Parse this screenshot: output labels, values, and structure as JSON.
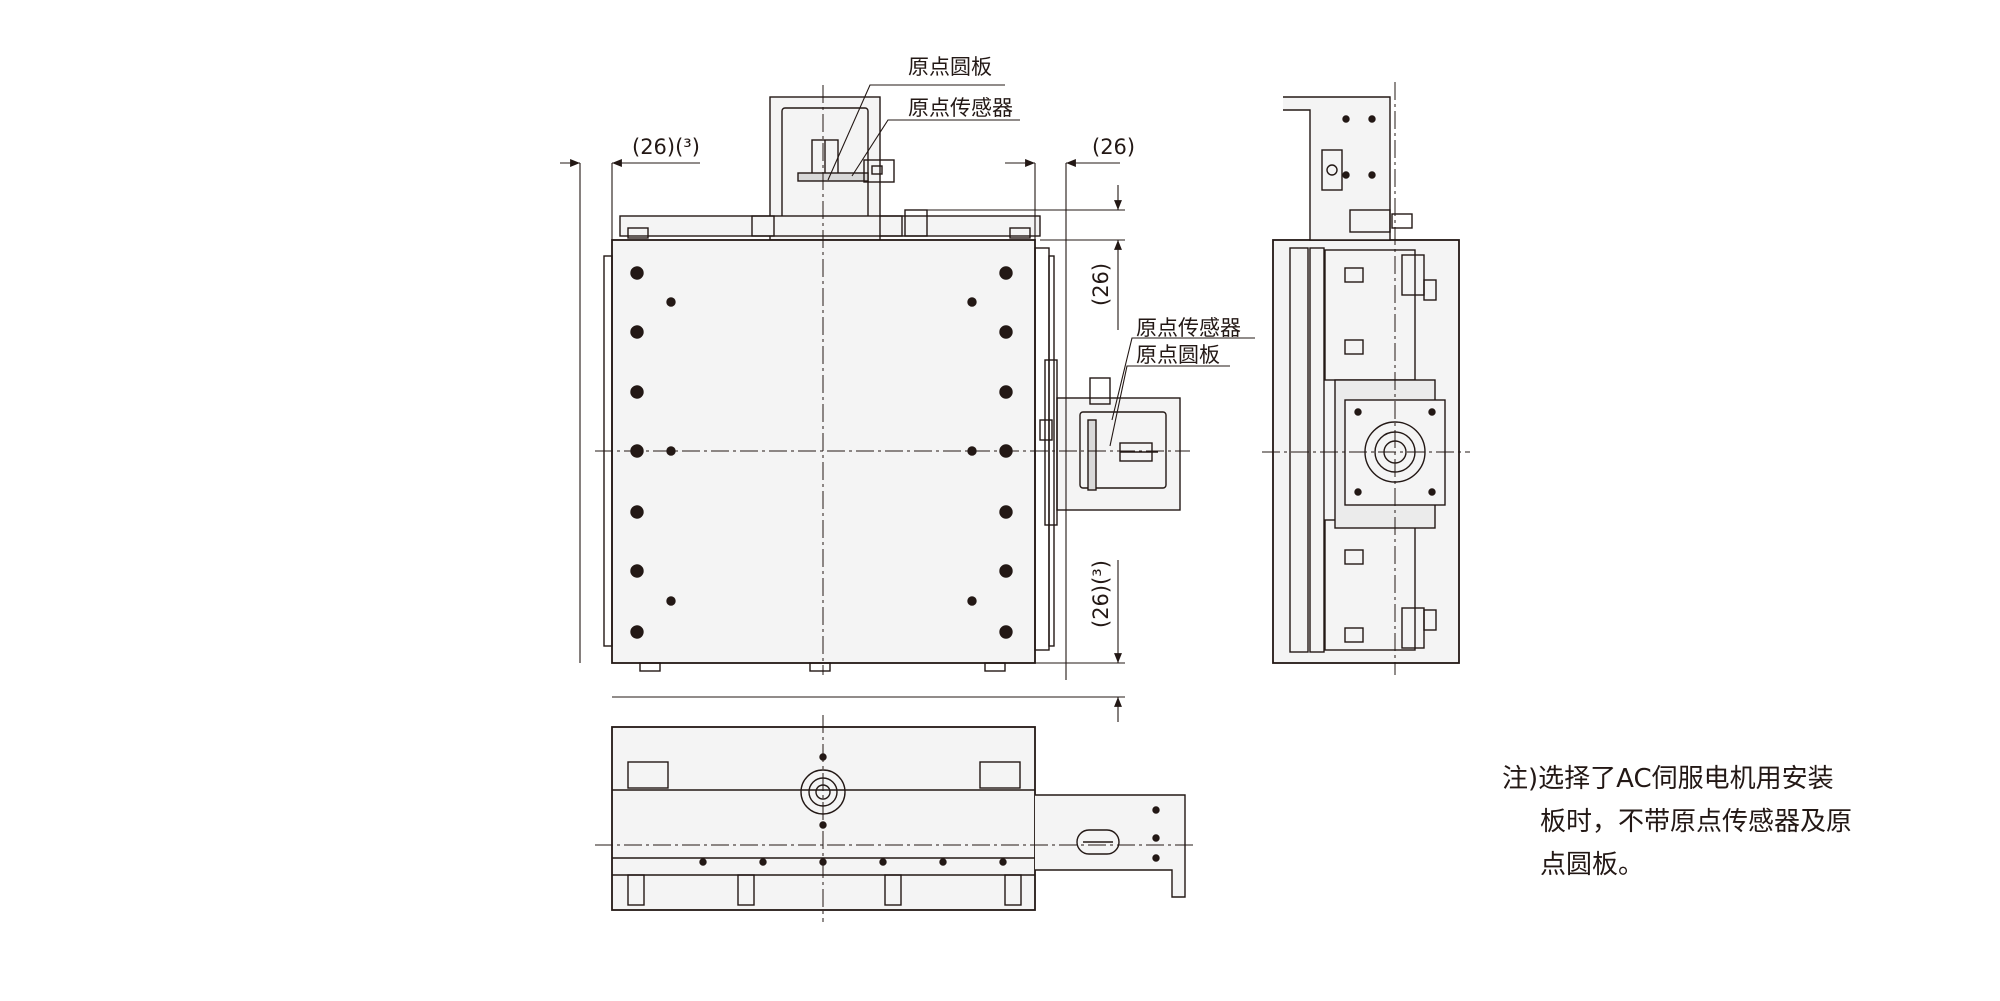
{
  "labels": {
    "origin_plate_top": "原点圆板",
    "origin_sensor_top": "原点传感器",
    "origin_sensor_side": "原点传感器",
    "origin_plate_side": "原点圆板",
    "dim_left": "(26)(³)",
    "dim_top_right": "(26)",
    "dim_vertical_upper": "(26)",
    "dim_vertical_lower": "(26)(³)"
  },
  "note": {
    "line1": "注)选择了AC伺服电机用安装",
    "line2": "板时，不带原点传感器及原",
    "line3": "点圆板。"
  },
  "colors": {
    "ink": "#231815",
    "panel": "#f4f4f4",
    "background": "#ffffff"
  }
}
